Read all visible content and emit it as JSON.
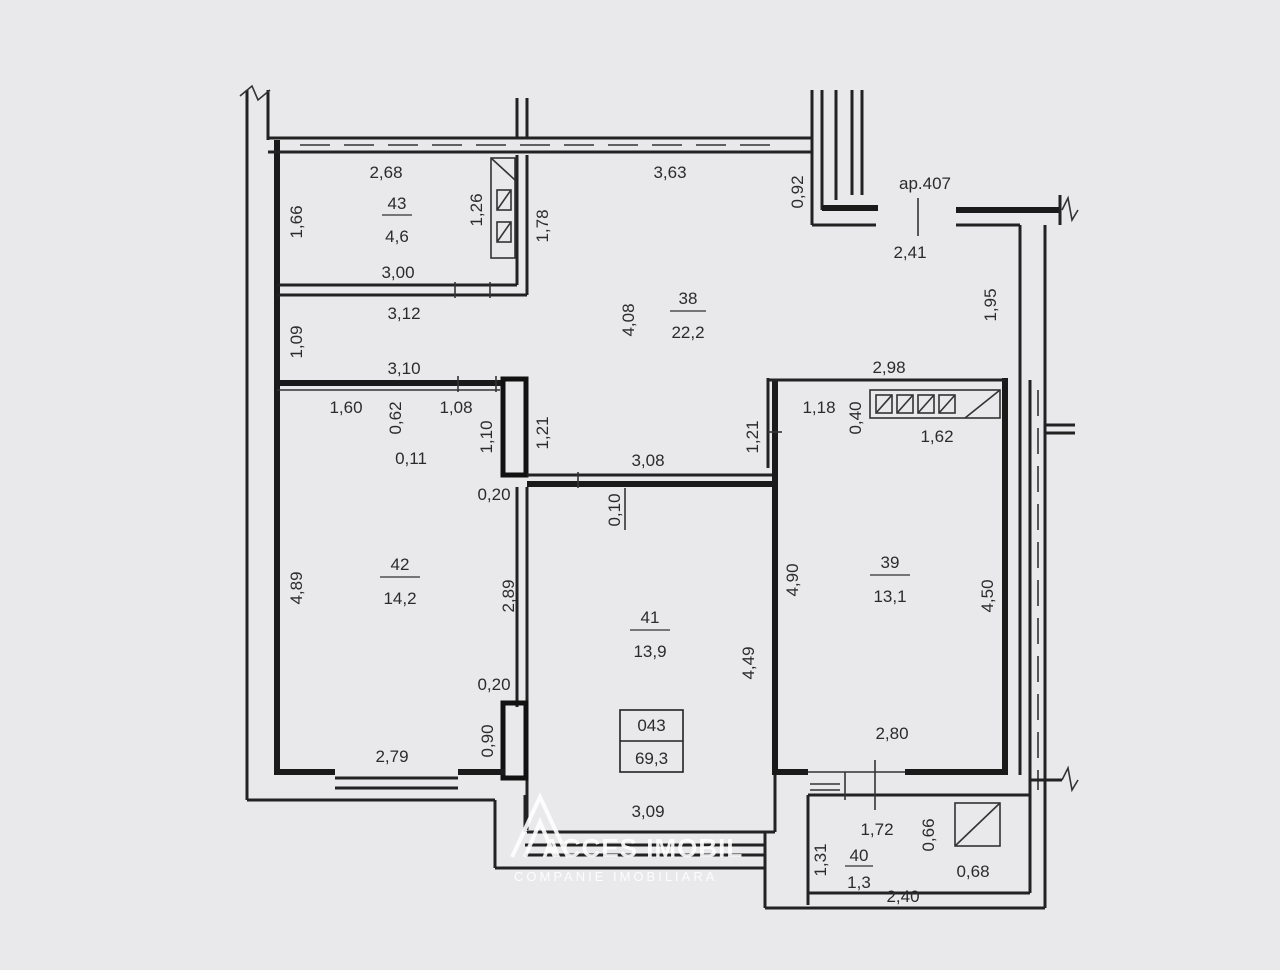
{
  "apartment_ref": "ap.407",
  "summary": {
    "code": "043",
    "total_area": "69,3"
  },
  "rooms": {
    "r43": {
      "num": "43",
      "area": "4,6"
    },
    "r38": {
      "num": "38",
      "area": "22,2"
    },
    "r42": {
      "num": "42",
      "area": "14,2"
    },
    "r41": {
      "num": "41",
      "area": "13,9"
    },
    "r39": {
      "num": "39",
      "area": "13,1"
    },
    "r40": {
      "num": "40",
      "area": "1,3"
    }
  },
  "dimensions": {
    "d268": "2,68",
    "d363": "3,63",
    "d092": "0,92",
    "d241": "2,41",
    "d166": "1,66",
    "d126": "1,26",
    "d178": "1,78",
    "d300": "3,00",
    "d312": "3,12",
    "d408": "4,08",
    "d195": "1,95",
    "d109": "1,09",
    "d310": "3,10",
    "d298": "2,98",
    "d160": "1,60",
    "d062": "0,62",
    "d108": "1,08",
    "d110": "1,10",
    "d121a": "1,21",
    "d121b": "1,21",
    "d118": "1,18",
    "d040": "0,40",
    "d162": "1,62",
    "d011": "0,11",
    "d308": "3,08",
    "d020a": "0,20",
    "d010": "0,10",
    "d489": "4,89",
    "d289": "2,89",
    "d490": "4,90",
    "d450": "4,50",
    "d449": "4,49",
    "d020b": "0,20",
    "d090": "0,90",
    "d279": "2,79",
    "d280": "2,80",
    "d309": "3,09",
    "d172": "1,72",
    "d066": "0,66",
    "d131": "1,31",
    "d068": "0,68",
    "d240": "2,40"
  },
  "watermark": {
    "title": "ACCES IMOBIL",
    "subtitle": "COMPANIE IMOBILIARA"
  }
}
